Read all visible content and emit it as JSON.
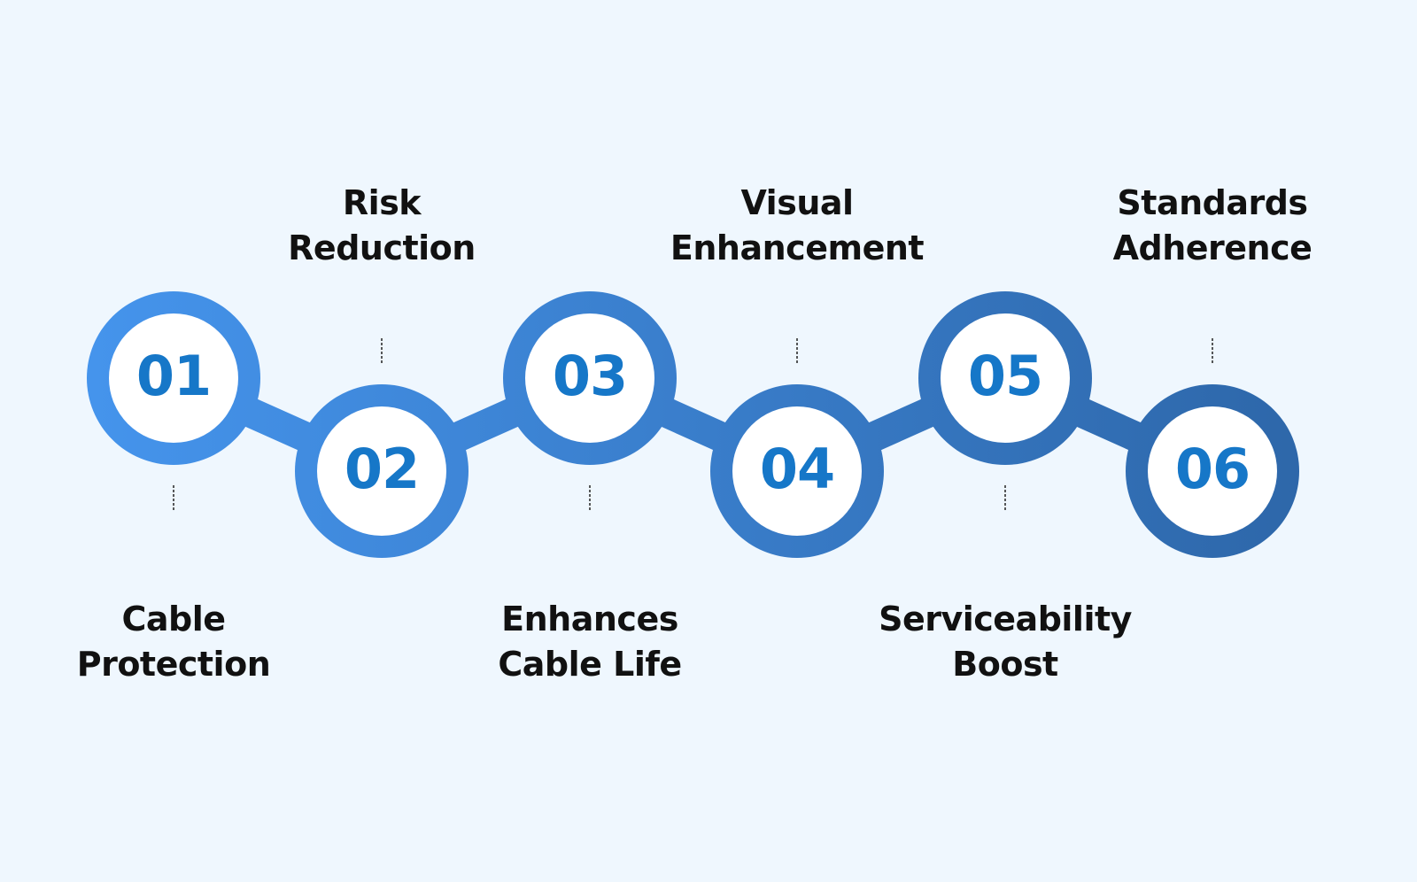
{
  "colors": {
    "background": "#eff7fe",
    "ring_start": "#4594ec",
    "ring_end": "#2d66a8",
    "disc": "#ffffff",
    "number_text": "#1677c8",
    "label_text": "#111111",
    "connector": "#222222"
  },
  "steps": [
    {
      "number": "01",
      "line1": "Cable",
      "line2": "Protection",
      "label_position": "below"
    },
    {
      "number": "02",
      "line1": "Risk",
      "line2": "Reduction",
      "label_position": "above"
    },
    {
      "number": "03",
      "line1": "Enhances",
      "line2": "Cable Life",
      "label_position": "below"
    },
    {
      "number": "04",
      "line1": "Visual",
      "line2": "Enhancement",
      "label_position": "above"
    },
    {
      "number": "05",
      "line1": "Serviceability",
      "line2": "Boost",
      "label_position": "below"
    },
    {
      "number": "06",
      "line1": "Standards",
      "line2": "Adherence",
      "label_position": "above"
    }
  ]
}
